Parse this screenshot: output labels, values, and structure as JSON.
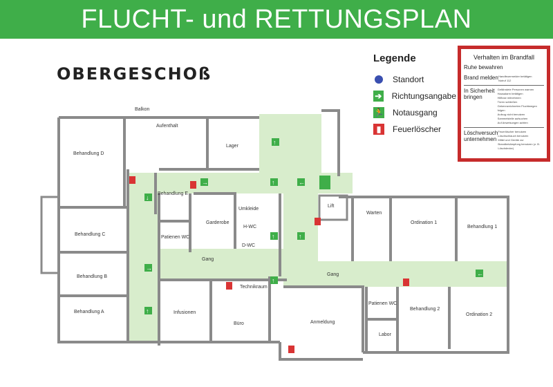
{
  "title": "FLUCHT- und RETTUNGSPLAN",
  "floor": "OBERGESCHOß",
  "legend": {
    "title": "Legende",
    "items": [
      {
        "label": "Standort",
        "icon": "location-dot",
        "color": "#3a4fb0"
      },
      {
        "label": "Richtungsangabe",
        "icon": "arrow-right",
        "color": "#3fae49"
      },
      {
        "label": "Notausgang",
        "icon": "emergency-exit",
        "color": "#3fae49"
      },
      {
        "label": "Feuerlöscher",
        "icon": "fire-extinguisher",
        "color": "#d93434"
      }
    ]
  },
  "rules": {
    "title": "Verhalten im Brandfall",
    "calm": "Ruhe bewahren",
    "sections": [
      {
        "label": "Brand melden",
        "items": [
          "Handfeuermelder betätigen",
          "Notruf 112"
        ]
      },
      {
        "label": "In Sicherheit bringen",
        "items": [
          "Gefährdete Personen warnen",
          "Hausalarm betätigen",
          "Hilflose mitnehmen",
          "Türen schließen",
          "Gekennzeichneten Fluchtwegen folgen",
          "Aufzug nicht benutzen",
          "Sammelstelle aufsuchen",
          "Auf Anweisungen achten"
        ]
      },
      {
        "label": "Löschversuch unternehmen",
        "items": [
          "Feuerlöscher benutzen",
          "Löschschlauch benutzen",
          "Mittel und Geräte zur Brandbekämpfung benutzen (z. B. Löschdecke)"
        ]
      }
    ]
  },
  "rooms": {
    "balkon": "Balkon",
    "behandlung_d": "Behandlung D",
    "aufenthalt": "Aufenthalt",
    "lager": "Lager",
    "behandlung_e": "Behandlung E",
    "behandlung_c": "Behandlung C",
    "patienten_wc": "Patienen WC",
    "garderobe": "Garderobe",
    "umkleide": "Umkleide",
    "h_wc": "H-WC",
    "d_wc": "D-WC",
    "gang1": "Gang",
    "behandlung_b": "Behandlung B",
    "behandlung_a": "Behandlung A",
    "infusionen": "Infusionen",
    "buero": "Büro",
    "technikraum": "Technikraum",
    "anmeldung": "Anmeldung",
    "gang2": "Gang",
    "lift": "Lift",
    "warten": "Warten",
    "ordination1": "Ordination 1",
    "behandlung1": "Behandlung 1",
    "patienten_wc2": "Patienen WC",
    "labor": "Labor",
    "behandlung2": "Behandlung 2",
    "ordination2": "Ordination 2"
  },
  "colors": {
    "header": "#3fae49",
    "corridor": "#d8edcc",
    "wall": "#8a8a8a",
    "sign_green": "#3fae49",
    "sign_red": "#d93434",
    "rules_border": "#c62b2b"
  }
}
